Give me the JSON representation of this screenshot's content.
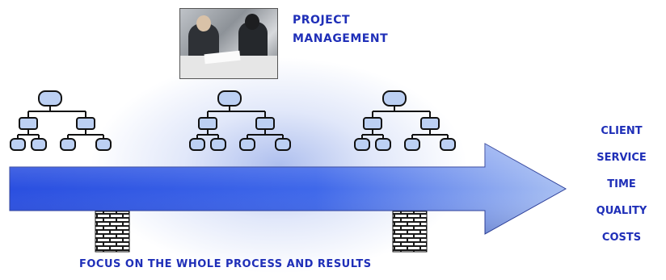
{
  "header": {
    "line1": "PROJECT",
    "line2": "MANAGEMENT"
  },
  "outcomes": [
    "CLIENT",
    "SERVICE",
    "TIME",
    "QUALITY",
    "COSTS"
  ],
  "footer": {
    "caption": "FOCUS ON THE WHOLE PROCESS AND RESULTS"
  },
  "icons": {
    "photo": "meeting-photo-icon",
    "org_chart": "org-chart-icon",
    "brick_pillar": "brick-pillar-icon",
    "arrow": "process-arrow-icon"
  },
  "colors": {
    "text": "#1f2fb8",
    "arrow_dark": "#2a4fe0",
    "arrow_light": "#a9c0f2",
    "node_fill": "#bcd0f3"
  }
}
